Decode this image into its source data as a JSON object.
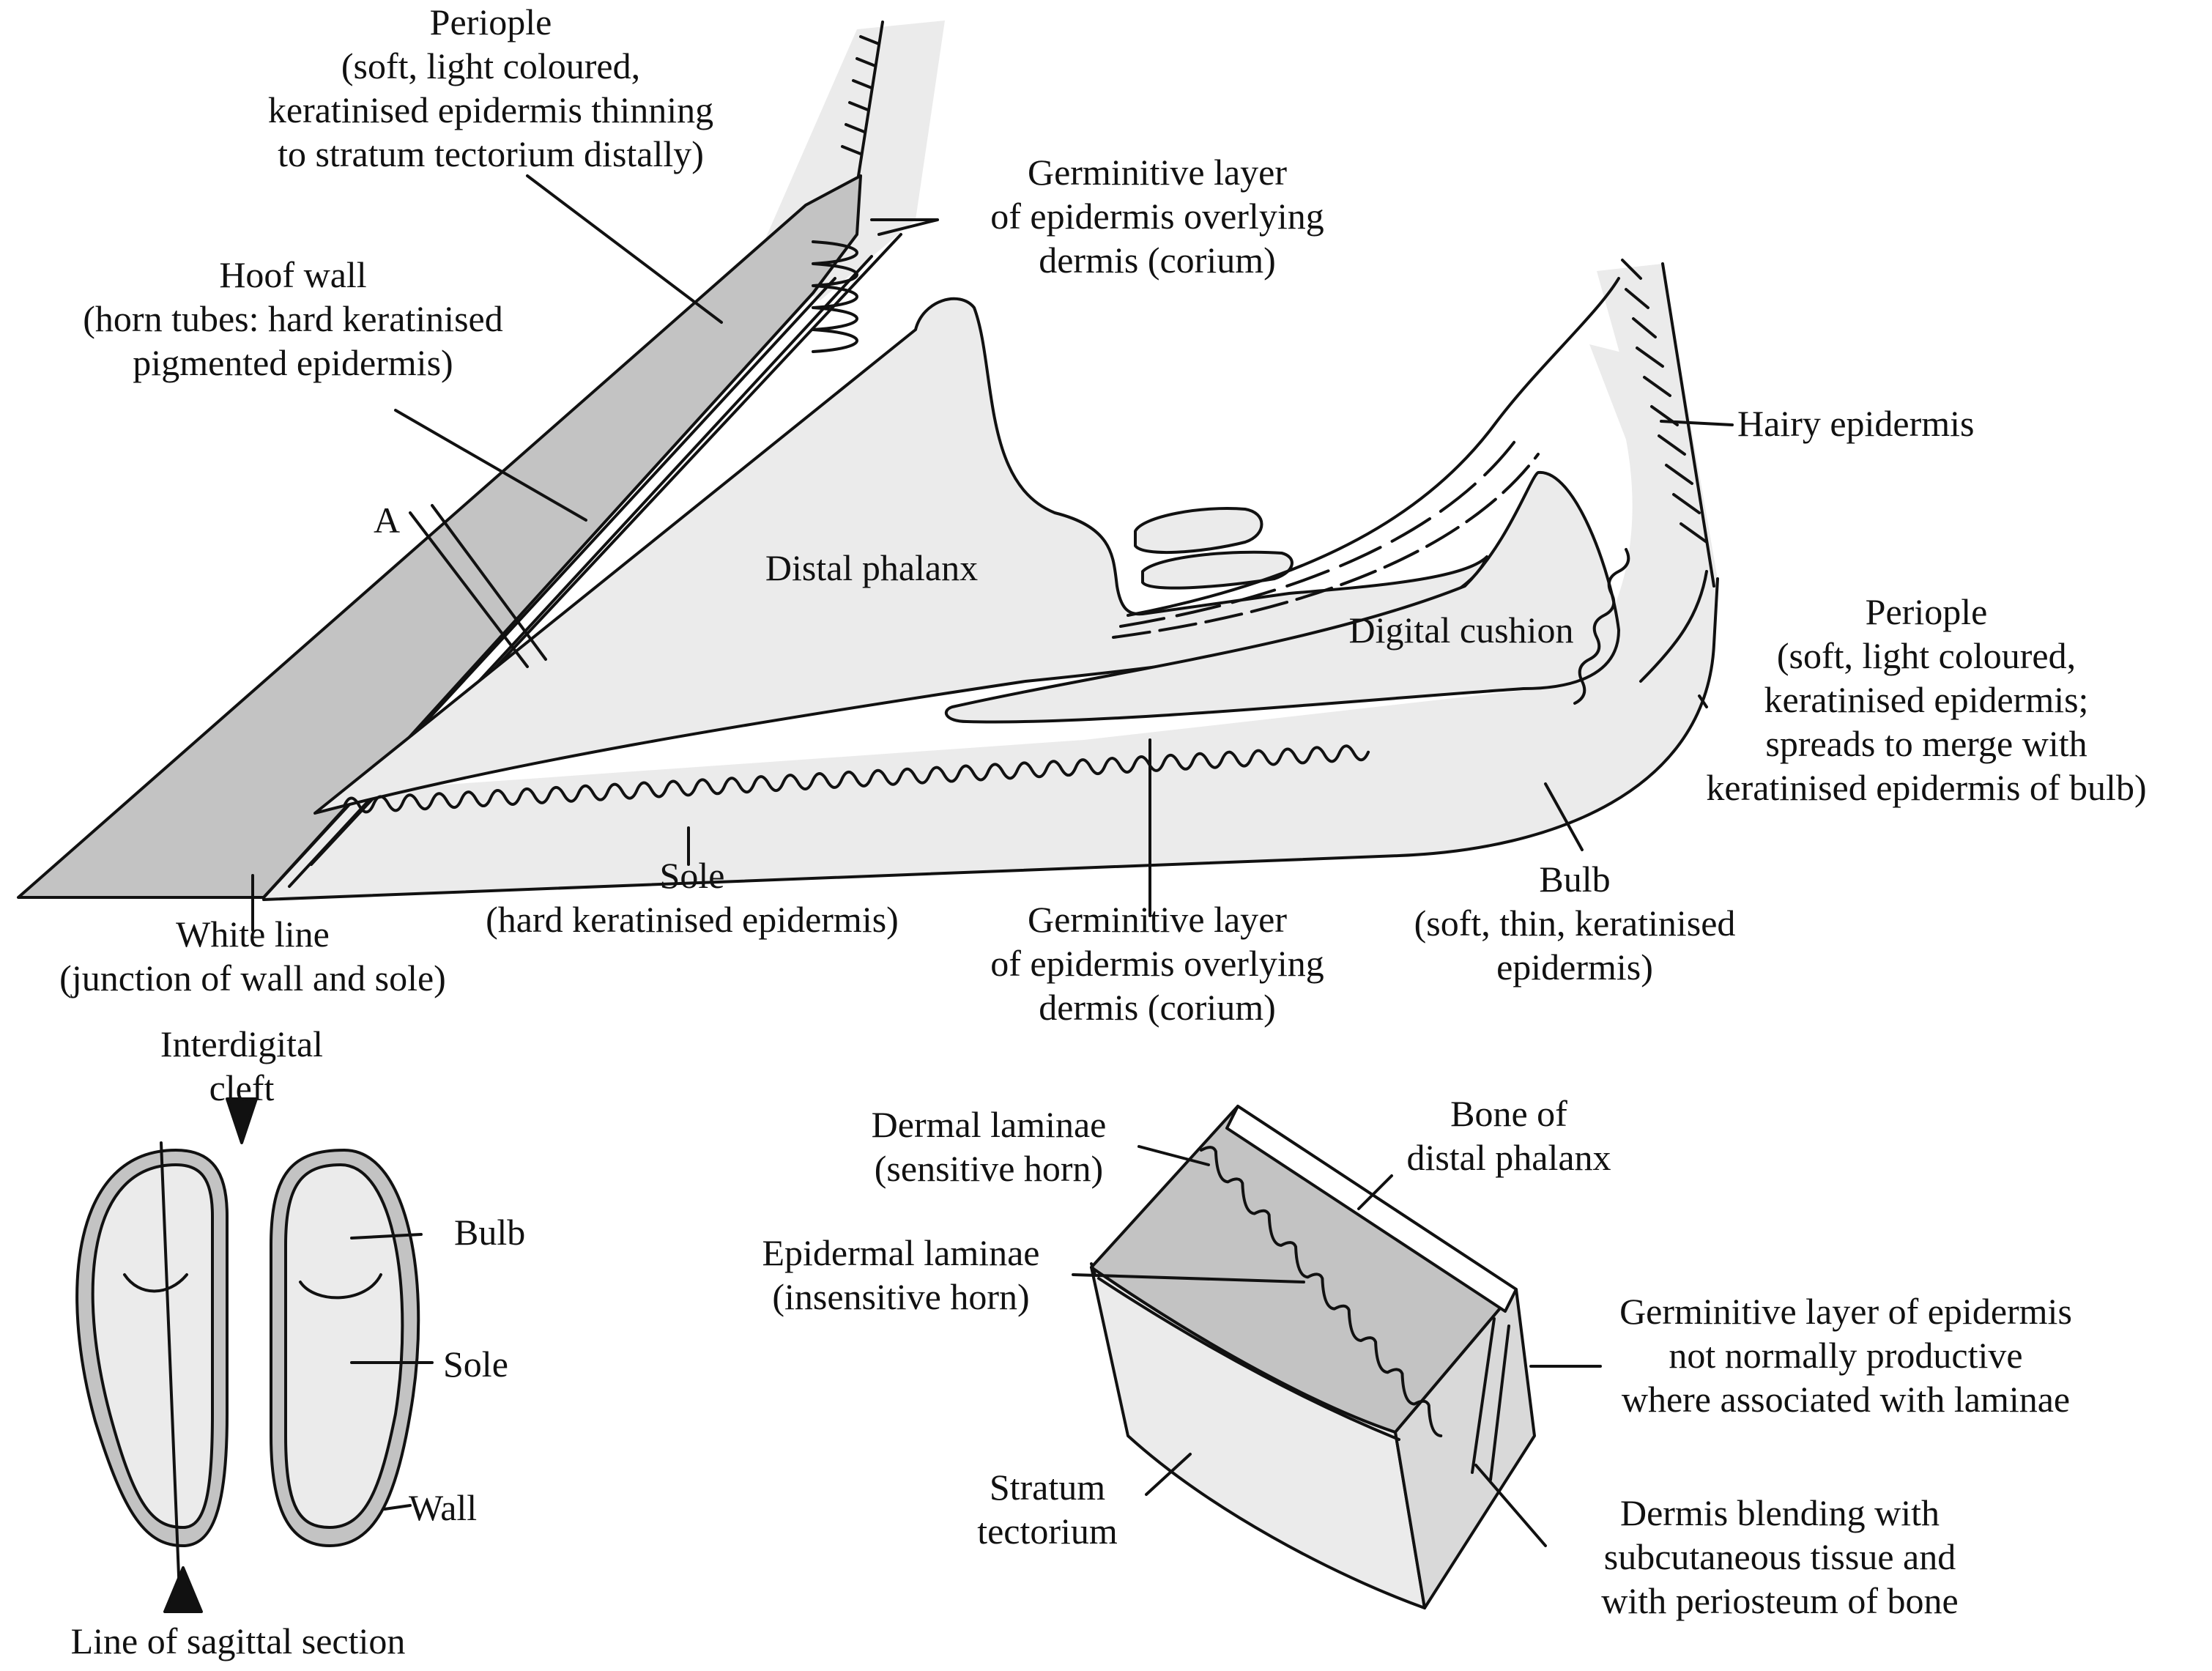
{
  "colors": {
    "shade_dark": "#c3c3c3",
    "shade_light": "#ebebeb",
    "shade_mid": "#d9d9d9",
    "line": "#111111",
    "background": "#ffffff"
  },
  "labels": {
    "periople_top": [
      "Periople",
      "(soft, light coloured,",
      "keratinised epidermis thinning",
      "to stratum tectorium distally)"
    ],
    "germ_top": [
      "Germinitive layer",
      "of epidermis overlying",
      "dermis (corium)"
    ],
    "hoof_wall": [
      "Hoof wall",
      "(horn tubes: hard keratinised",
      "pigmented epidermis)"
    ],
    "hairy": [
      "Hairy epidermis"
    ],
    "label_a": [
      "A"
    ],
    "distal_phalanx": [
      "Distal phalanx"
    ],
    "digital_cushion": [
      "Digital cushion"
    ],
    "periople_right": [
      "Periople",
      "(soft, light coloured,",
      "keratinised epidermis;",
      "spreads to merge with",
      "keratinised epidermis of bulb)"
    ],
    "sole_main": [
      "Sole",
      "(hard keratinised epidermis)"
    ],
    "germ_bottom": [
      "Germinitive layer",
      "of epidermis overlying",
      "dermis (corium)"
    ],
    "bulb_main": [
      "Bulb",
      "(soft, thin, keratinised",
      "epidermis)"
    ],
    "white_line": [
      "White line",
      "(junction of wall and sole)"
    ],
    "interdigital": [
      "Interdigital",
      "cleft"
    ],
    "claw_bulb": [
      "Bulb"
    ],
    "claw_sole": [
      "Sole"
    ],
    "claw_wall": [
      "Wall"
    ],
    "sagittal": [
      "Line of sagittal section"
    ],
    "dermal_laminae": [
      "Dermal laminae",
      "(sensitive horn)"
    ],
    "bone_distal": [
      "Bone of",
      "distal phalanx"
    ],
    "epidermal_laminae": [
      "Epidermal laminae",
      "(insensitive horn)"
    ],
    "germ_laminae": [
      "Germinitive layer of epidermis",
      "not normally productive",
      "where associated with laminae"
    ],
    "stratum": [
      "Stratum",
      "tectorium"
    ],
    "dermis_blend": [
      "Dermis blending with",
      "subcutaneous tissue and",
      "with periosteum of bone"
    ]
  }
}
